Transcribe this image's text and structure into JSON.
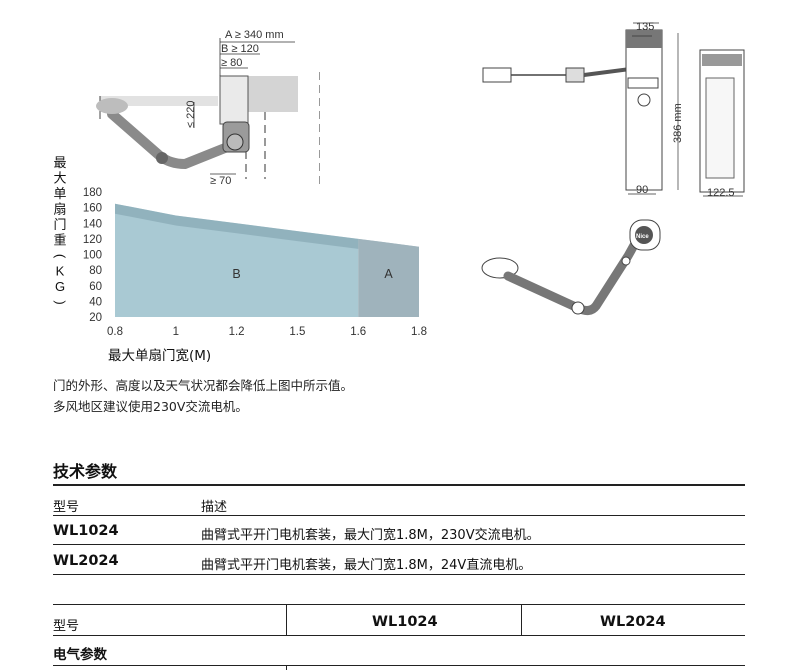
{
  "diagram_dims": {
    "a_min": "A ≥ 340 mm",
    "b_min": "B ≥ 120",
    "offset_80": "≥ 80",
    "max_220": "≤ 220",
    "min_70": "≥ 70",
    "width_135": "135",
    "height_386": "386 mm",
    "base_90": "90",
    "depth_122": "122.5"
  },
  "chart_data": {
    "type": "area",
    "ylabel": "最大单扇门重(KG)",
    "xlabel": "最大单扇门宽(M)",
    "x_ticks": [
      "0.8",
      "1",
      "1.2",
      "1.5",
      "1.6",
      "1.8"
    ],
    "y_ticks": [
      "180",
      "160",
      "140",
      "120",
      "100",
      "80",
      "60",
      "40",
      "20"
    ],
    "xlim": [
      0.8,
      1.8
    ],
    "ylim": [
      20,
      180
    ],
    "series": [
      {
        "x": [
          0.8,
          1.0,
          1.2,
          1.4,
          1.6,
          1.8
        ],
        "values": [
          165,
          150,
          140,
          130,
          120,
          110
        ]
      }
    ],
    "regions": [
      {
        "label": "B",
        "x_range": [
          0.8,
          1.6
        ],
        "color": "#a9c9d3"
      },
      {
        "label": "A",
        "x_range": [
          1.6,
          1.8
        ],
        "color": "#9fb3bc"
      }
    ],
    "grid": false
  },
  "notes": [
    "门的外形、高度以及天气状况都会降低上图中所示值。",
    "多风地区建议使用230V交流电机。"
  ],
  "tech": {
    "title": "技术参数",
    "header": {
      "model": "型号",
      "desc": "描述"
    },
    "rows": [
      {
        "model": "WL1024",
        "desc": "曲臂式平开门电机套装，最大门宽1.8M，230V交流电机。"
      },
      {
        "model": "WL2024",
        "desc": "曲臂式平开门电机套装，最大门宽1.8M，24V直流电机。"
      }
    ]
  },
  "spec_table": {
    "header": {
      "label": "型号",
      "col1": "WL1024",
      "col2": "WL2024"
    },
    "section": "电气参数"
  },
  "logo_text": "Nice"
}
